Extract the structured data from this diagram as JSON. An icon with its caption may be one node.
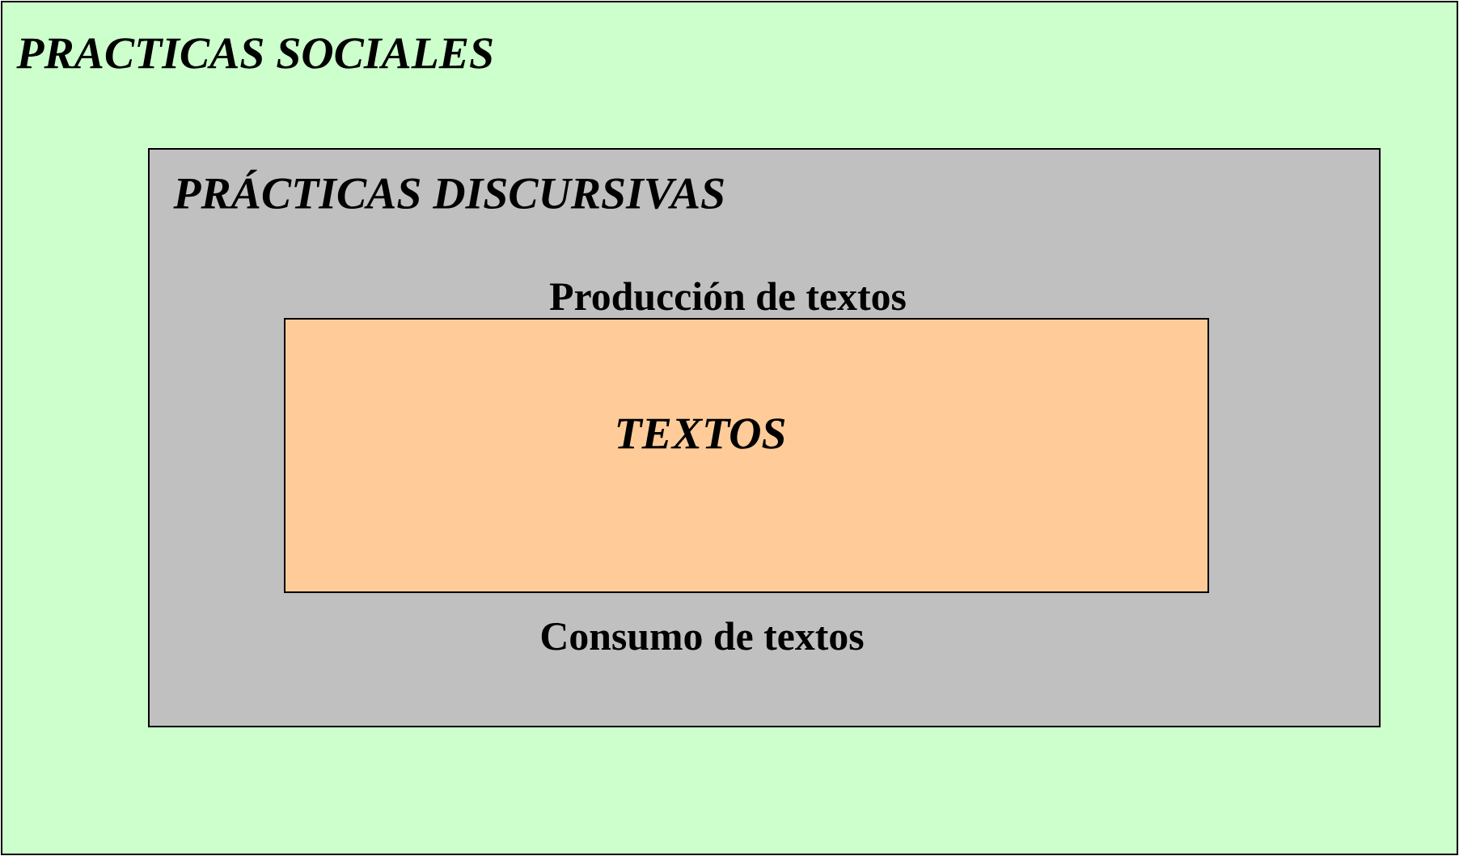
{
  "diagram": {
    "nodes": [
      {
        "text": [
          "PRACTICAS SOCIALES"
        ]
      },
      {
        "text": [
          "PRÁCTICAS DISCURSIVAS"
        ],
        "in": 0
      },
      {
        "text": [
          "TEXTOS"
        ],
        "in": 1,
        "beside": [
          "Producción de textos",
          "Consumo de textos"
        ]
      }
    ]
  }
}
